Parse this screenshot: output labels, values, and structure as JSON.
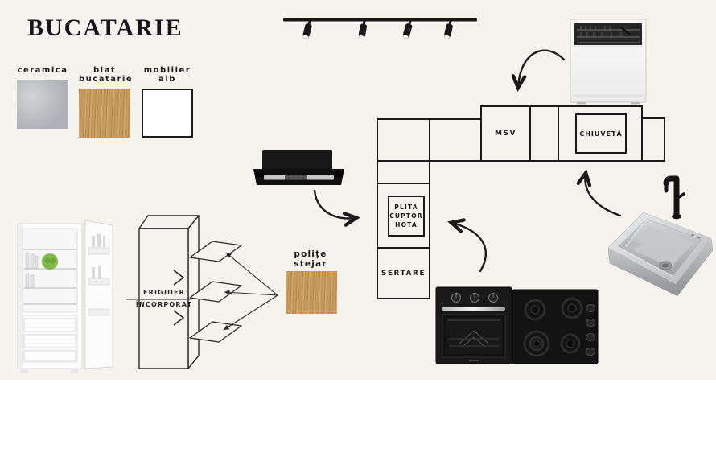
{
  "title": "BUCATARIE",
  "colors": {
    "board_bg": "#f5f3ee",
    "ink": "#1a1a1a",
    "ceramic": "#b9bcc0",
    "wood": "#c79a5c",
    "cabinet_white": "#ffffff"
  },
  "materials": [
    {
      "label": "ceramica",
      "color": "#b9bcc0"
    },
    {
      "label": "blat bucatarie",
      "color": "#c79a5c"
    },
    {
      "label": "mobilier alb",
      "color": "#ffffff"
    }
  ],
  "plan": {
    "msv_label": "MSV",
    "chiuveta_label": "CHIUVETĂ",
    "plita_label": "PLITA CUPTOR HOTA",
    "sertare_label": "SERTARE"
  },
  "fridge_note": {
    "line1": "FRIGIDER",
    "line2": "ÎNCORPORAT"
  },
  "shelves_note": {
    "label": "polițe stejar",
    "color": "#c79a5c"
  }
}
